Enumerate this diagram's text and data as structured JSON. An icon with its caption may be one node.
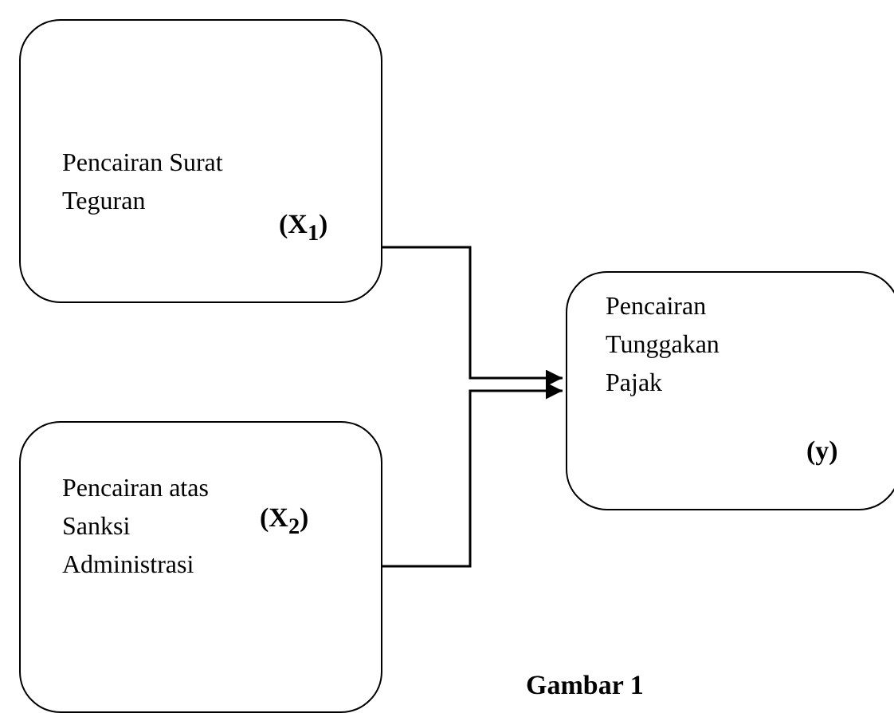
{
  "diagram": {
    "nodes": [
      {
        "text": [
          "Pencairan Surat Teguran",
          "(X$_{1}$)"
        ]
      },
      {
        "text": [
          "Pencairan atas Sanksi Administrasi",
          "(X$_{2}$)"
        ]
      },
      {
        "text": [
          "Pencairan Tunggakan Pajak",
          "(y)"
        ]
      }
    ],
    "edges": [
      {
        "from": 0,
        "to": 2,
        "arrow": "to"
      },
      {
        "from": 1,
        "to": 2,
        "arrow": "to"
      }
    ],
    "labels": [
      "Gambar 1"
    ]
  }
}
